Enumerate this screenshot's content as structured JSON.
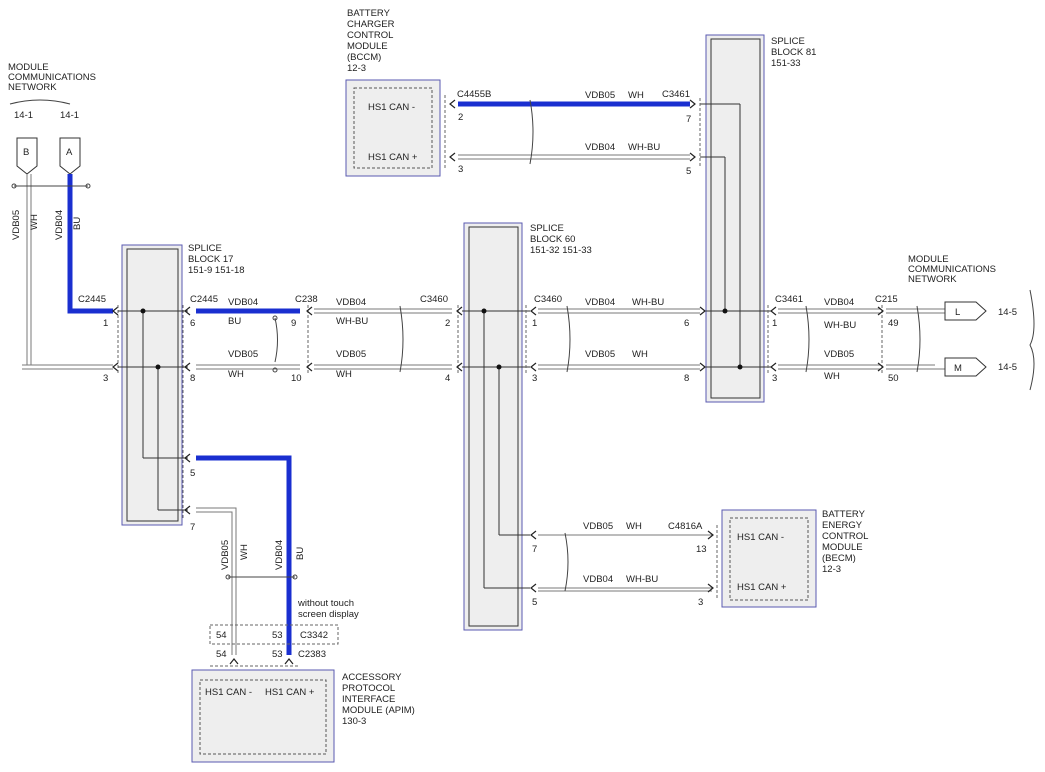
{
  "modules": {
    "bccm": {
      "name": [
        "BATTERY",
        "CHARGER",
        "CONTROL",
        "MODULE",
        "(BCCM)",
        "12-3"
      ],
      "pins": [
        "HS1 CAN -",
        "HS1 CAN +"
      ]
    },
    "becm": {
      "name": [
        "BATTERY",
        "ENERGY",
        "CONTROL",
        "MODULE",
        "(BECM)",
        "12-3"
      ],
      "pins": [
        "HS1 CAN -",
        "HS1 CAN +"
      ]
    },
    "apim": {
      "name": [
        "ACCESSORY",
        "PROTOCOL",
        "INTERFACE",
        "MODULE (APIM)",
        "130-3"
      ],
      "pins": [
        "HS1 CAN -",
        "HS1 CAN +"
      ]
    }
  },
  "splices": {
    "sb17": [
      "SPLICE",
      "BLOCK 17",
      "151-9   151-18"
    ],
    "sb60": [
      "SPLICE",
      "BLOCK 60",
      "151-32  151-33"
    ],
    "sb81": [
      "SPLICE",
      "BLOCK 81",
      "151-33"
    ]
  },
  "networks": {
    "left": {
      "label": [
        "MODULE",
        "COMMUNICATIONS",
        "NETWORK"
      ],
      "refs": [
        "14-1",
        "14-1"
      ],
      "ports": [
        "B",
        "A"
      ]
    },
    "right": {
      "label": [
        "MODULE",
        "COMMUNICATIONS",
        "NETWORK"
      ],
      "ports": [
        "L",
        "M"
      ],
      "refs": [
        "14-5",
        "14-5"
      ]
    }
  },
  "connectors": {
    "c2445": "C2445",
    "c238": "C238",
    "c3460": "C3460",
    "c3461": "C3461",
    "c215": "C215",
    "c4455b": "C4455B",
    "c4816a": "C4816A",
    "c3342": "C3342",
    "c2383": "C2383"
  },
  "circuits": {
    "vdb04": "VDB04",
    "vdb05": "VDB05"
  },
  "colors_text": {
    "bu": "BU",
    "wh": "WH",
    "whbu": "WH-BU"
  },
  "pins": {
    "p1": "1",
    "p2": "2",
    "p3": "3",
    "p4": "4",
    "p5": "5",
    "p6": "6",
    "p7": "7",
    "p8": "8",
    "p9": "9",
    "p10": "10",
    "p13": "13",
    "p49": "49",
    "p50": "50",
    "p53": "53",
    "p54": "54"
  },
  "notes": {
    "touch": [
      "without touch",
      "screen display"
    ]
  },
  "wire_colors": {
    "blue": "#1a2fd0",
    "white": "#7a7a7a",
    "box_border": "#5a5ab0",
    "box_fill": "#eeeeee"
  }
}
